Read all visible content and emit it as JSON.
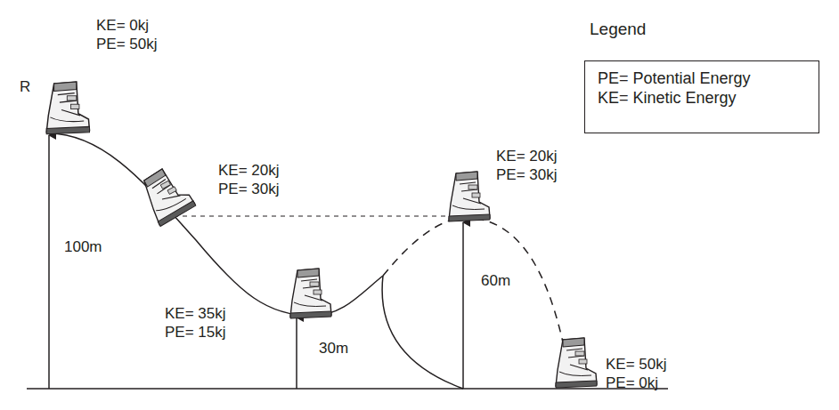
{
  "diagram": {
    "nodes": [
      {
        "text": [
          "Legend",
          "PE= Potential Energy",
          "KE= Kinetic Energy"
        ]
      }
    ],
    "labels": [
      "R",
      "KE= 0kj",
      "PE= 50kj",
      "KE= 20kj",
      "PE= 30kj",
      "KE= 20kj",
      "PE= 30kj",
      "100m",
      "60m",
      "KE= 35kj",
      "PE= 15kj",
      "30m",
      "KE= 50kj",
      "PE= 0kj"
    ]
  }
}
